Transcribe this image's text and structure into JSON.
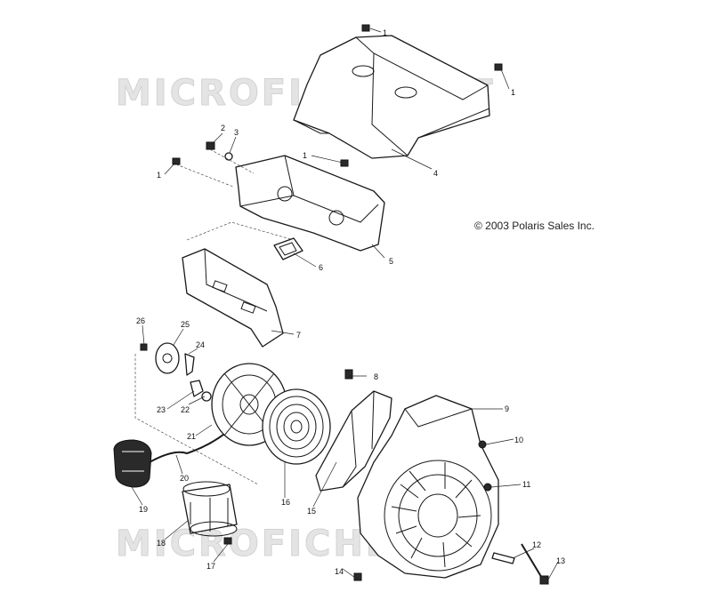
{
  "watermark": {
    "top": "MICROFICHE.NET",
    "bottom": "MICROFICHE.NET"
  },
  "copyright": "© 2003 Polaris Sales Inc.",
  "callouts": [
    "1",
    "1",
    "1",
    "1",
    "2",
    "3",
    "4",
    "5",
    "6",
    "7",
    "8",
    "9",
    "10",
    "11",
    "12",
    "13",
    "14",
    "15",
    "16",
    "17",
    "18",
    "19",
    "20",
    "21",
    "22",
    "23",
    "24",
    "25",
    "26"
  ]
}
